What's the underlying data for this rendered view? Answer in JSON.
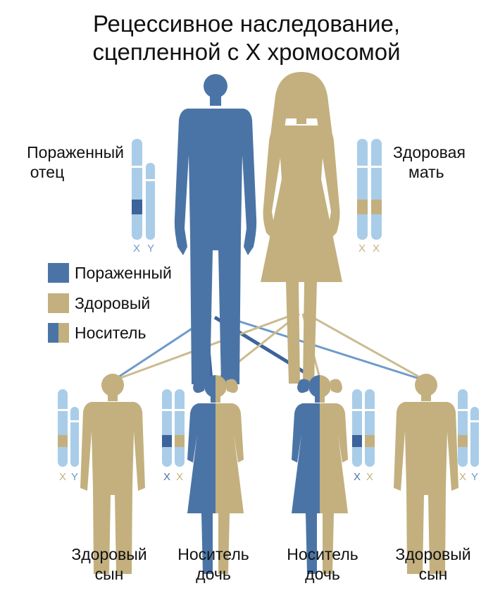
{
  "title": {
    "line1": "Рецессивное наследование,",
    "line2": "сцепленной с X хромосомой"
  },
  "parents": {
    "father": {
      "line1": "Пораженный",
      "line2": "отец",
      "chromosomes": [
        "X",
        "Y"
      ]
    },
    "mother": {
      "line1": "Здоровая",
      "line2": "мать",
      "chromosomes": [
        "X",
        "X"
      ]
    }
  },
  "legend": {
    "affected": "Пораженный",
    "healthy": "Здоровый",
    "carrier": "Носитель"
  },
  "children": [
    {
      "line1": "Здоровый",
      "line2": "сын",
      "chromosomes": [
        "X",
        "Y"
      ]
    },
    {
      "line1": "Носитель",
      "line2": "дочь",
      "chromosomes": [
        "X",
        "X"
      ]
    },
    {
      "line1": "Носитель",
      "line2": "дочь",
      "chromosomes": [
        "X",
        "X"
      ]
    },
    {
      "line1": "Здоровый",
      "line2": "сын",
      "chromosomes": [
        "X",
        "Y"
      ]
    }
  ],
  "colors": {
    "affected": "#4b74a6",
    "affected_dark": "#3c639a",
    "healthy": "#c3b07e",
    "chromosome": "#a9cde8",
    "blue_line": "#6f9bc8",
    "tan_line": "#cbbb90"
  }
}
